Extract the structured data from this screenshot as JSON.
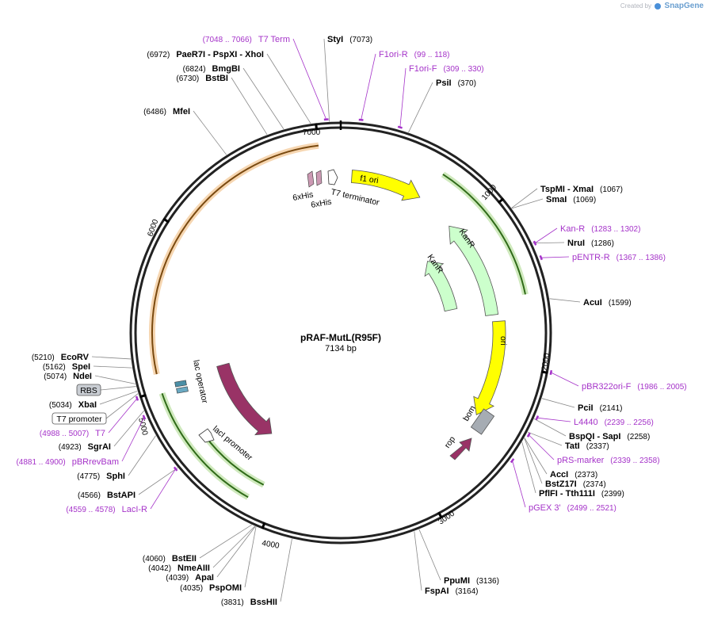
{
  "watermark": {
    "prefix": "Created by",
    "brand": "SnapGene"
  },
  "plasmid": {
    "name": "pRAF-MutL(R95F)",
    "size_label": "7134 bp",
    "length": 7134
  },
  "ticks": [
    {
      "label": "1000",
      "pos": 1000
    },
    {
      "label": "2000",
      "pos": 2000
    },
    {
      "label": "3000",
      "pos": 3000
    },
    {
      "label": "4000",
      "pos": 4000
    },
    {
      "label": "5000",
      "pos": 5000
    },
    {
      "label": "6000",
      "pos": 6000
    },
    {
      "label": "7000",
      "pos": 7000
    }
  ],
  "sites": [
    {
      "id": "styi",
      "name": "StyI",
      "pos_label": "(7073)",
      "pos": 7073,
      "side": "right"
    },
    {
      "id": "psii",
      "name": "PsiI",
      "pos_label": "(370)",
      "pos": 370,
      "side": "right"
    },
    {
      "id": "tspmi",
      "name": "TspMI",
      "joiner": " - ",
      "name2": "XmaI",
      "pos_label": "(1067)",
      "pos": 1067,
      "side": "right"
    },
    {
      "id": "smai",
      "name": "SmaI",
      "pos_label": "(1069)",
      "pos": 1069,
      "side": "right"
    },
    {
      "id": "nrui",
      "name": "NruI",
      "pos_label": "(1286)",
      "pos": 1286,
      "side": "right"
    },
    {
      "id": "acui",
      "name": "AcuI",
      "pos_label": "(1599)",
      "pos": 1599,
      "side": "right"
    },
    {
      "id": "pcii",
      "name": "PciI",
      "pos_label": "(2141)",
      "pos": 2141,
      "side": "right"
    },
    {
      "id": "bspqi",
      "name": "BspQI",
      "joiner": " - ",
      "name2": "SapI",
      "pos_label": "(2258)",
      "pos": 2258,
      "side": "right"
    },
    {
      "id": "tati",
      "name": "TatI",
      "pos_label": "(2337)",
      "pos": 2337,
      "side": "right"
    },
    {
      "id": "acci",
      "name": "AccI",
      "pos_label": "(2373)",
      "pos": 2373,
      "side": "right"
    },
    {
      "id": "bstz17i",
      "name": "BstZ17I",
      "pos_label": "(2374)",
      "pos": 2374,
      "side": "right"
    },
    {
      "id": "pflfi",
      "name": "PflFI",
      "joiner": " - ",
      "name2": "Tth111I",
      "pos_label": "(2399)",
      "pos": 2399,
      "side": "right"
    },
    {
      "id": "ppumi",
      "name": "PpuMI",
      "pos_label": "(3136)",
      "pos": 3136,
      "side": "right"
    },
    {
      "id": "fspai",
      "name": "FspAI",
      "pos_label": "(3164)",
      "pos": 3164,
      "side": "right"
    },
    {
      "id": "psppi",
      "name": "PaeR7I",
      "joiner": " - ",
      "name2": "PspXI",
      "joiner2": " - ",
      "name3": "XhoI",
      "pos_label": "(6972)",
      "pos": 6972,
      "side": "left"
    },
    {
      "id": "bmgbi",
      "name": "BmgBI",
      "pos_label": "(6824)",
      "pos": 6824,
      "side": "left"
    },
    {
      "id": "bstbi",
      "name": "BstBI",
      "pos_label": "(6730)",
      "pos": 6730,
      "side": "left"
    },
    {
      "id": "mfei",
      "name": "MfeI",
      "pos_label": "(6486)",
      "pos": 6486,
      "side": "left"
    },
    {
      "id": "ecorv",
      "name": "EcoRV",
      "pos_label": "(5210)",
      "pos": 5210,
      "side": "left"
    },
    {
      "id": "spei",
      "name": "SpeI",
      "pos_label": "(5162)",
      "pos": 5162,
      "side": "left"
    },
    {
      "id": "ndei",
      "name": "NdeI",
      "pos_label": "(5074)",
      "pos": 5074,
      "side": "left"
    },
    {
      "id": "xbai",
      "name": "XbaI",
      "pos_label": "(5034)",
      "pos": 5034,
      "side": "left"
    },
    {
      "id": "sgrai",
      "name": "SgrAI",
      "pos_label": "(4923)",
      "pos": 4923,
      "side": "left"
    },
    {
      "id": "sphi",
      "name": "SphI",
      "pos_label": "(4775)",
      "pos": 4775,
      "side": "left"
    },
    {
      "id": "bstapi",
      "name": "BstAPI",
      "pos_label": "(4566)",
      "pos": 4566,
      "side": "left"
    },
    {
      "id": "bsteii",
      "name": "BstEII",
      "pos_label": "(4060)",
      "pos": 4060,
      "side": "left"
    },
    {
      "id": "nmeaiii",
      "name": "NmeAIII",
      "pos_label": "(4042)",
      "pos": 4042,
      "side": "left"
    },
    {
      "id": "apai",
      "name": "ApaI",
      "pos_label": "(4039)",
      "pos": 4039,
      "side": "left"
    },
    {
      "id": "psPomi",
      "name": "PspOMI",
      "pos_label": "(4035)",
      "pos": 4035,
      "side": "left"
    },
    {
      "id": "bsshii",
      "name": "BssHII",
      "pos_label": "(3831)",
      "pos": 3831,
      "side": "left"
    }
  ],
  "primers": [
    {
      "id": "t7term",
      "name": "T7 Term",
      "range_label": "(7048 .. 7066)",
      "pos": 7057,
      "side": "left"
    },
    {
      "id": "f1orir",
      "name": "F1ori-R",
      "range_label": "(99 .. 118)",
      "pos": 108,
      "side": "right"
    },
    {
      "id": "f1orif",
      "name": "F1ori-F",
      "range_label": "(309 .. 330)",
      "pos": 319,
      "side": "right"
    },
    {
      "id": "kanr",
      "name": "Kan-R",
      "range_label": "(1283 .. 1302)",
      "pos": 1292,
      "side": "right"
    },
    {
      "id": "pentr",
      "name": "pENTR-R",
      "range_label": "(1367 .. 1386)",
      "pos": 1376,
      "side": "right"
    },
    {
      "id": "pbr322",
      "name": "pBR322ori-F",
      "range_label": "(1986 .. 2005)",
      "pos": 1995,
      "side": "right"
    },
    {
      "id": "l4440",
      "name": "L4440",
      "range_label": "(2239 .. 2256)",
      "pos": 2247,
      "side": "right"
    },
    {
      "id": "prsm",
      "name": "pRS-marker",
      "range_label": "(2339 .. 2358)",
      "pos": 2348,
      "side": "right"
    },
    {
      "id": "pgex3",
      "name": "pGEX 3'",
      "range_label": "(2499 .. 2521)",
      "pos": 2510,
      "side": "right"
    },
    {
      "id": "t7",
      "name": "T7",
      "range_label": "(4988 .. 5007)",
      "pos": 4997,
      "side": "left"
    },
    {
      "id": "pbrrev",
      "name": "pBRrevBam",
      "range_label": "(4881 .. 4900)",
      "pos": 4890,
      "side": "left"
    },
    {
      "id": "lacir",
      "name": "LacI-R",
      "range_label": "(4559 .. 4578)",
      "pos": 4568,
      "side": "left"
    }
  ],
  "features": [
    {
      "id": "f1ori",
      "label": "f1 ori",
      "color": "#ffff00"
    },
    {
      "id": "kanr1",
      "label": "KanR",
      "color": "#ccffcc"
    },
    {
      "id": "kanr2",
      "label": "KanR",
      "color": "#ccffcc"
    },
    {
      "id": "ori",
      "label": "ori",
      "color": "#ffff00"
    },
    {
      "id": "bom",
      "label": "bom",
      "color": "#a6acb3"
    },
    {
      "id": "rop",
      "label": "rop",
      "color": "#993366"
    },
    {
      "id": "laci",
      "label": "lacI",
      "color": "#993366"
    },
    {
      "id": "lacipromoter",
      "label": "lacI promoter",
      "color": "#ffffff"
    },
    {
      "id": "lacop",
      "label": "lac operator",
      "color": "#5b9bd5"
    },
    {
      "id": "hisa",
      "label": "6xHis",
      "color": "#cc99b3"
    },
    {
      "id": "hisb",
      "label": "6xHis",
      "color": "#cc99b3"
    },
    {
      "id": "t7termfeat",
      "label": "T7 terminator",
      "color": "#ffffff"
    }
  ],
  "boxed": [
    {
      "id": "rbs",
      "label": "RBS",
      "color": "#c9cdd3"
    },
    {
      "id": "t7prom",
      "label": "T7 promoter",
      "color": "#ffffff"
    }
  ],
  "colors": {
    "primer": "#a533c9",
    "orf_orange": "#e58a1f",
    "orf_green": "#76c043"
  }
}
